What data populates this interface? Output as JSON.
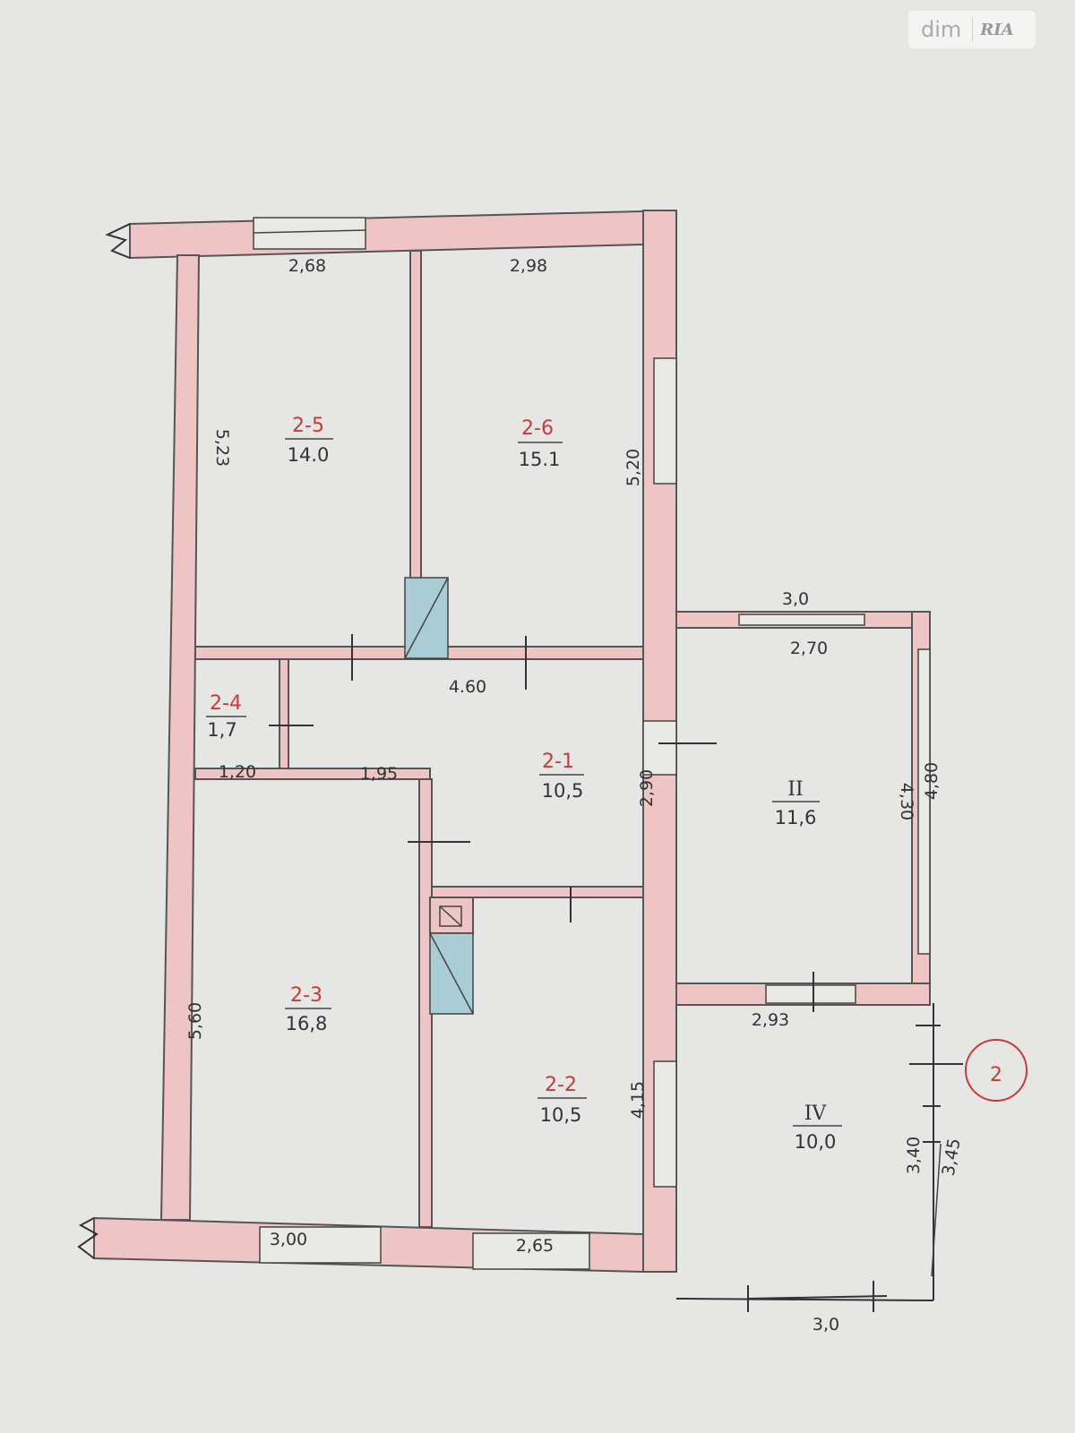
{
  "watermark": {
    "brand": "dim",
    "brand2": "RIA"
  },
  "rooms": [
    {
      "id": "2-5",
      "area": "14.0"
    },
    {
      "id": "2-6",
      "area": "15.1"
    },
    {
      "id": "2-4",
      "area": "1,7"
    },
    {
      "id": "2-1",
      "area": "10,5"
    },
    {
      "id": "2-3",
      "area": "16,8"
    },
    {
      "id": "2-2",
      "area": "10,5"
    },
    {
      "id": "II",
      "area": "11,6"
    },
    {
      "id": "IV",
      "area": "10,0"
    }
  ],
  "dimensions": {
    "d268": "2,68",
    "d298": "2,98",
    "d523": "5,23",
    "d520": "5,20",
    "d30top": "3,0",
    "d270": "2,70",
    "d460": "4.60",
    "d120": "1,20",
    "d195": "1,95",
    "d290": "2,90",
    "d430": "4,30",
    "d480": "4,80",
    "d293": "2,93",
    "d560": "5,60",
    "d415": "4,15",
    "d340": "3,40",
    "d345": "3,45",
    "d300": "3,00",
    "d265": "2,65",
    "d30bot": "3,0"
  },
  "sheet_marker": "2",
  "colors": {
    "wall": "#eec4c4",
    "chimney": "#a9ccd6",
    "room_id": "#c83a3a"
  }
}
